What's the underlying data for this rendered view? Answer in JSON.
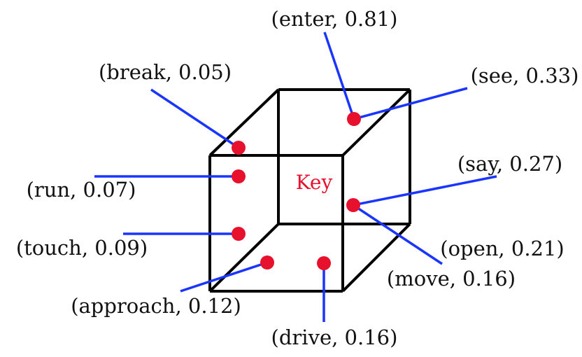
{
  "diagram": {
    "center_label": "Key",
    "colors": {
      "edge": "#000000",
      "point": "#e8112d",
      "leader": "#1a35ff",
      "center_label": "#e8112d",
      "text": "#111111"
    },
    "points": [
      {
        "word": "enter",
        "score": "0.81",
        "label": "(enter, 0.81)"
      },
      {
        "word": "break",
        "score": "0.05",
        "label": "(break, 0.05)"
      },
      {
        "word": "see",
        "score": "0.33",
        "label": "(see, 0.33)"
      },
      {
        "word": "run",
        "score": "0.07",
        "label": "(run, 0.07)"
      },
      {
        "word": "say",
        "score": "0.27",
        "label": "(say, 0.27)"
      },
      {
        "word": "touch",
        "score": "0.09",
        "label": "(touch, 0.09)"
      },
      {
        "word": "open",
        "score": "0.21",
        "label": "(open, 0.21)"
      },
      {
        "word": "move",
        "score": "0.16",
        "label": "(move, 0.16)"
      },
      {
        "word": "approach",
        "score": "0.12",
        "label": "(approach, 0.12)"
      },
      {
        "word": "drive",
        "score": "0.16",
        "label": "(drive, 0.16)"
      }
    ]
  }
}
